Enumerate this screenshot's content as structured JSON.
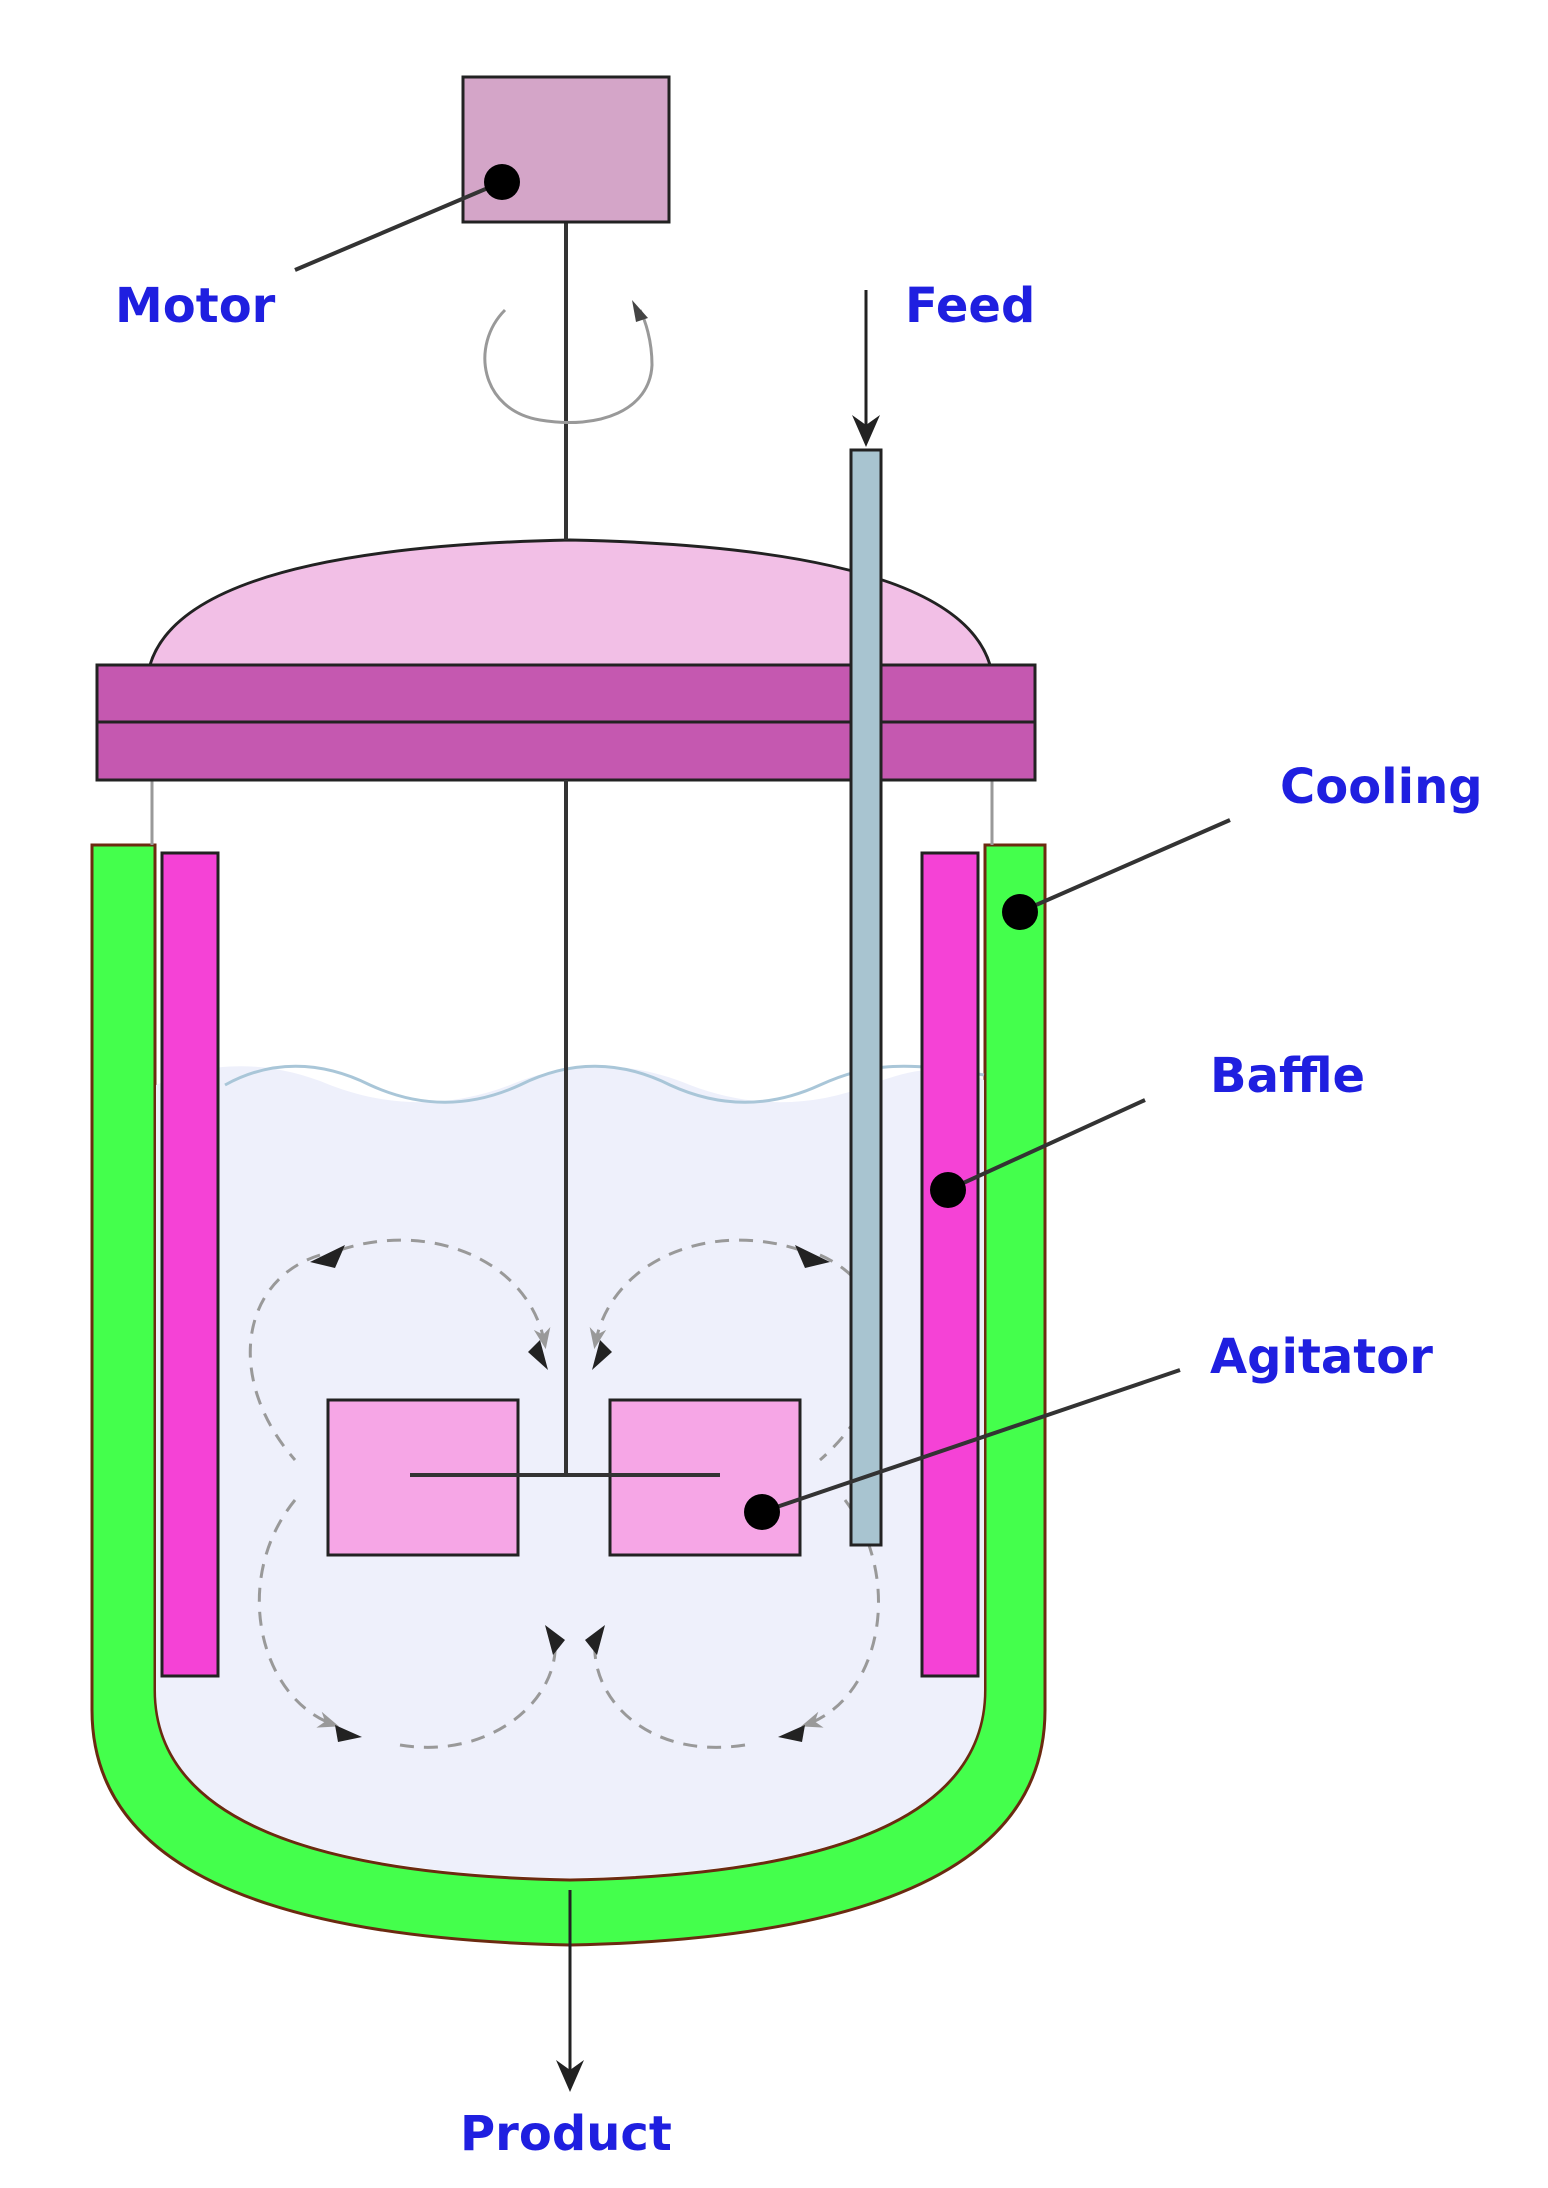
{
  "diagram": {
    "labels": {
      "motor": "Motor",
      "feed": "Feed",
      "cooling": "Cooling",
      "baffle": "Baffle",
      "agitator": "Agitator",
      "product": "Product"
    },
    "colors": {
      "label_text": "#1f1fe0",
      "motor_fill": "#d4a5c8",
      "lid_dome_fill": "#f2bfe6",
      "flange_fill": "#c558b0",
      "cooling_jacket_fill": "#44ff4c",
      "jacket_outline": "#6b2a10",
      "baffle_fill": "#f542d6",
      "liquid_fill": "#eef0fb",
      "liquid_surface": "#a9c6d8",
      "feed_pipe_fill": "#a8c4d0",
      "impeller_fill": "#f6a6e6",
      "shaft": "#333333",
      "flow_arrows": "#8a8a8a",
      "pointer": "#000000"
    }
  }
}
